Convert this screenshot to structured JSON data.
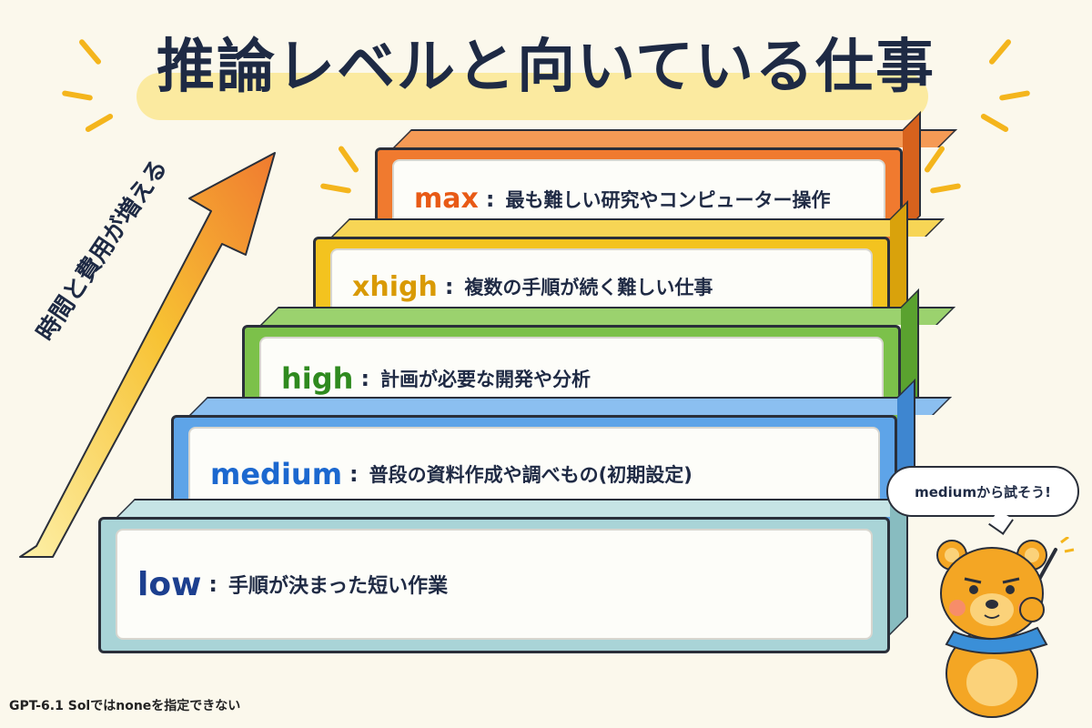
{
  "title": "推論レベルと向いている仕事",
  "arrow_label": "時間と費用が増える",
  "separator": ":",
  "levels": [
    {
      "name": "max",
      "description": "最も難しい研究やコンピューター操作",
      "color": "#f07a2f",
      "text_color": "#e85a16"
    },
    {
      "name": "xhigh",
      "description": "複数の手順が続く難しい仕事",
      "color": "#f3c31f",
      "text_color": "#d99a05"
    },
    {
      "name": "high",
      "description": "計画が必要な開発や分析",
      "color": "#7cc14a",
      "text_color": "#2f8a1f"
    },
    {
      "name": "medium",
      "description": "普段の資料作成や調べもの(初期設定)",
      "color": "#5ea4e8",
      "text_color": "#1c68cf"
    },
    {
      "name": "low",
      "description": "手順が決まった短い作業",
      "color": "#a9d4d7",
      "text_color": "#1c3f8f"
    }
  ],
  "speech_bubble": "mediumから試そう!",
  "footnote": "GPT-6.1 Solではnoneを指定できない"
}
